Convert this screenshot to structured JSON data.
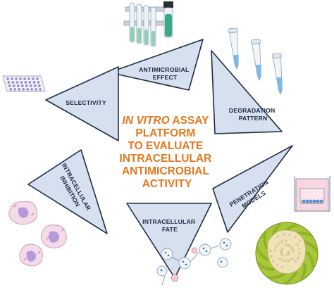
{
  "diagram": {
    "center_title": {
      "line1_italic": "IN VITRO",
      "line1_rest": " ASSAY",
      "line2": "PLATFORM",
      "line3": "TO EVALUATE",
      "line4": "INTRACELLULAR",
      "line5": "ANTIMICROBIAL",
      "line6": "ACTIVITY"
    },
    "steps": [
      {
        "label_lines": [
          "ANTIMICROBIAL",
          "EFFECT"
        ]
      },
      {
        "label_lines": [
          "DEGRADATION",
          "PATTERN"
        ]
      },
      {
        "label_lines": [
          "PENETRATION",
          "MODELS"
        ]
      },
      {
        "label_lines": [
          "INTRACELLULAR",
          "FATE"
        ]
      },
      {
        "label_lines": [
          "INTRACELLULAR",
          "INHIBITION"
        ]
      },
      {
        "label_lines": [
          "SELECTIVITY"
        ]
      }
    ],
    "colors": {
      "triangle_fill": "#d7e0ee",
      "triangle_stroke": "#1f2d44",
      "label_text": "#1a2744",
      "center_text": "#e5781f"
    },
    "illustrations": [
      "test-tubes-icon",
      "microcentrifuge-tubes-icon",
      "well-plate-icon",
      "transwell-insert-icon",
      "spheroid-icon",
      "macrophage-cells-icon",
      "intracellular-vesicles-icon"
    ]
  }
}
